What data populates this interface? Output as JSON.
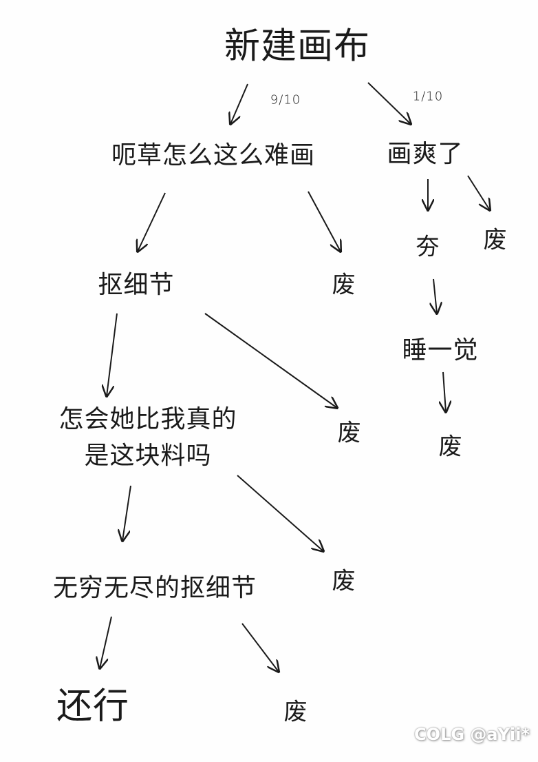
{
  "root": "新建画布",
  "probabilities": {
    "left": "9/10",
    "right": "1/10"
  },
  "nodes": {
    "hard_to_draw": "呃草怎么这么难画",
    "enjoyed": "画爽了",
    "details": "抠细节",
    "trash1": "废",
    "great": "夯",
    "trash2": "废",
    "sleep": "睡一觉",
    "doubt_line1": "怎会她比我真的",
    "doubt_line2": "是这块料吗",
    "trash3": "废",
    "trash4": "废",
    "endless": "无穷无尽的抠细节",
    "trash5": "废",
    "okay": "还行",
    "trash6": "废"
  },
  "watermark": "COLG @aYii*",
  "stroke_color": "#1a1a1a"
}
